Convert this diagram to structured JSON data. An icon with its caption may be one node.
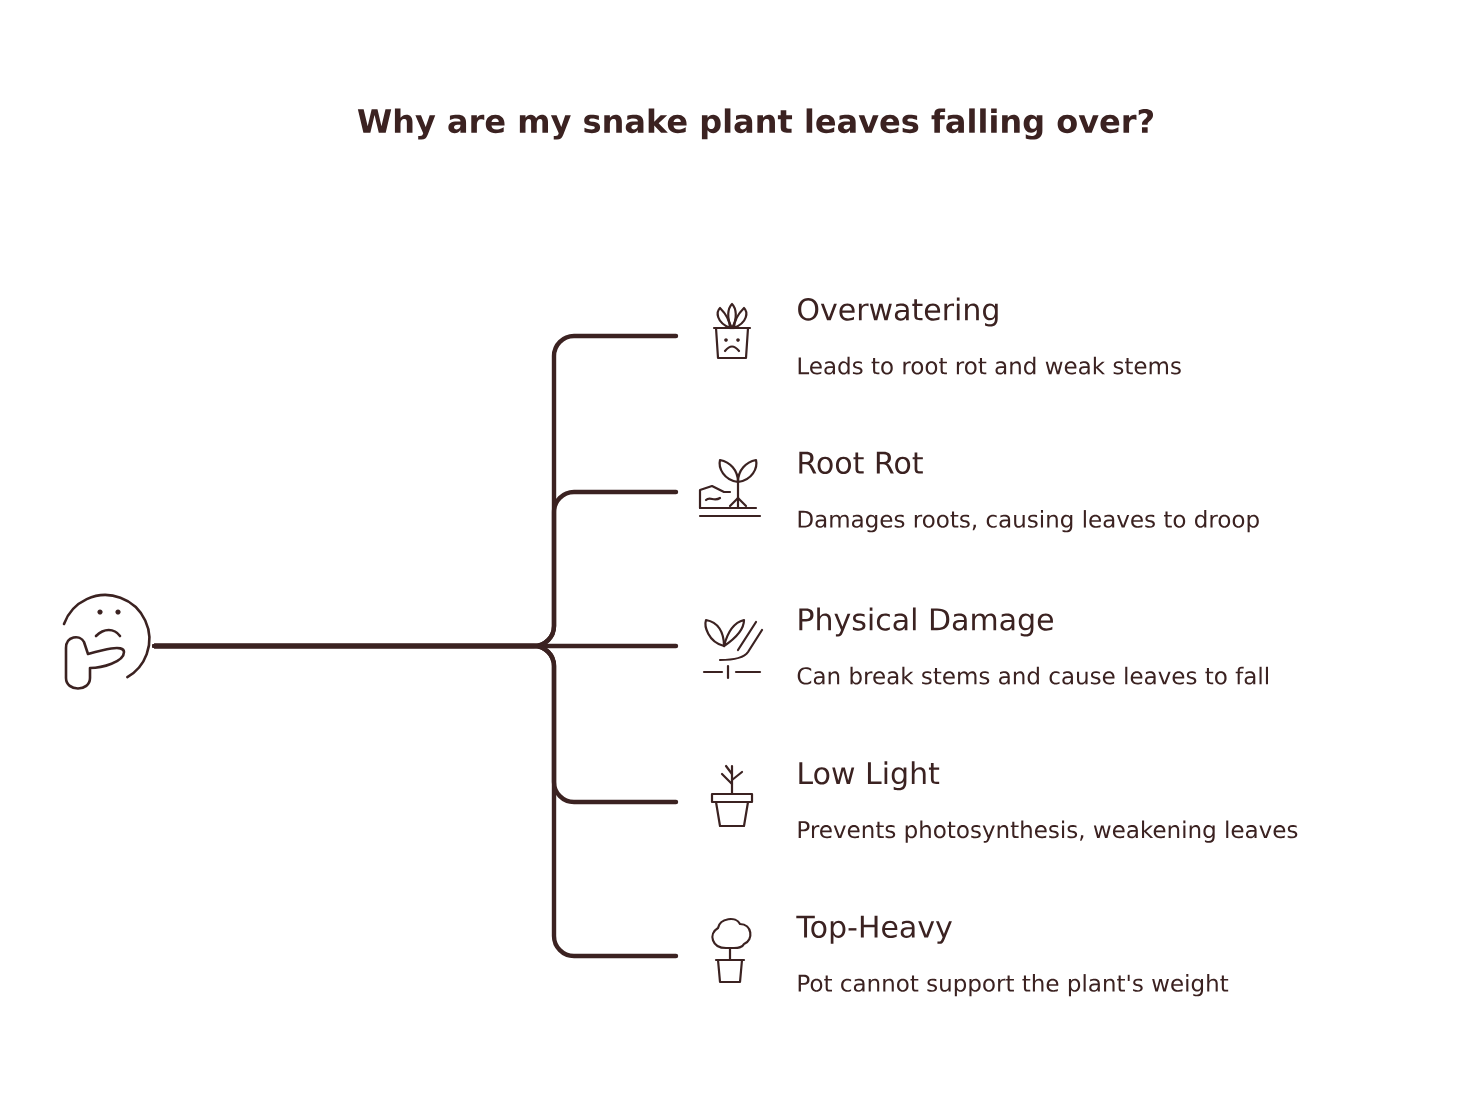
{
  "diagram": {
    "title": "Why are my snake plant leaves falling over?",
    "nodes": [
      {
        "text": [],
        "shape": "picture"
      },
      {
        "text": [
          "Overwatering",
          "Leads to root rot and weak stems"
        ]
      },
      {
        "text": [
          "Root Rot",
          "Damages roots, causing leaves to droop"
        ]
      },
      {
        "text": [
          "Physical Damage",
          "Can break stems and cause leaves to fall"
        ]
      },
      {
        "text": [
          "Low Light",
          "Prevents photosynthesis, weakening leaves"
        ]
      },
      {
        "text": [
          "Top-Heavy",
          "Pot cannot support the plant's weight"
        ]
      }
    ],
    "edges": [
      {
        "from": 0,
        "to": 1,
        "arrow": "none"
      },
      {
        "from": 0,
        "to": 2,
        "arrow": "none"
      },
      {
        "from": 0,
        "to": 3,
        "arrow": "none"
      },
      {
        "from": 0,
        "to": 4,
        "arrow": "none"
      },
      {
        "from": 0,
        "to": 5,
        "arrow": "none"
      }
    ]
  }
}
